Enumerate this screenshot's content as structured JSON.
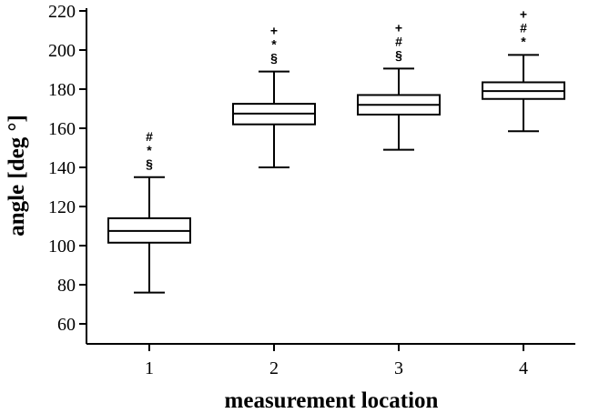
{
  "chart_data": {
    "type": "boxplot",
    "title": "",
    "xlabel": "measurement location",
    "ylabel": "angle [deg °]",
    "ylim": [
      60,
      220
    ],
    "yticks": [
      60,
      80,
      100,
      120,
      140,
      160,
      180,
      200,
      220
    ],
    "grid": false,
    "categories": [
      "1",
      "2",
      "3",
      "4"
    ],
    "boxes": [
      {
        "category": "1",
        "min": 76,
        "q1": 101.5,
        "median": 107.5,
        "q3": 114,
        "max": 135,
        "annotations": [
          "#",
          "*",
          "§"
        ]
      },
      {
        "category": "2",
        "min": 140,
        "q1": 162,
        "median": 167.5,
        "q3": 172.5,
        "max": 189,
        "annotations": [
          "+",
          "*",
          "§"
        ]
      },
      {
        "category": "3",
        "min": 149,
        "q1": 167,
        "median": 172,
        "q3": 177,
        "max": 190.5,
        "annotations": [
          "+",
          "#",
          "§"
        ]
      },
      {
        "category": "4",
        "min": 158.5,
        "q1": 175,
        "median": 179,
        "q3": 183.5,
        "max": 197.5,
        "annotations": [
          "+",
          "#",
          "*"
        ]
      }
    ]
  }
}
